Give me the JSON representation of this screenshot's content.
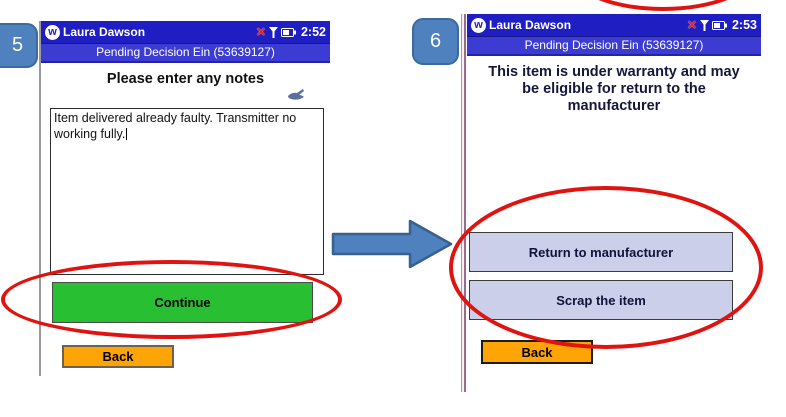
{
  "colors": {
    "titlebar_blue": "#1e1ec2",
    "subtitlebar_blue": "#3c3cd2",
    "continue_green": "#28bf33",
    "back_orange": "#ffa405",
    "decision_lavender": "#cbcfe9",
    "badge_arrow_blue": "#4e81bd",
    "highlight_red": "#df1310"
  },
  "icons": {
    "logo_glyph": "w",
    "disconnect_glyph": "✕"
  },
  "step5": {
    "badge": "5",
    "titlebar": {
      "user": "Laura Dawson",
      "time": "2:52"
    },
    "subtitle": "Pending Decision Ein (53639127)",
    "heading": "Please enter any notes",
    "notes_text": "Item delivered already faulty. Transmitter no working fully.",
    "continue_label": "Continue",
    "back_label": "Back"
  },
  "step6": {
    "badge": "6",
    "titlebar": {
      "user": "Laura Dawson",
      "time": "2:53"
    },
    "subtitle": "Pending Decision Ein (53639127)",
    "message": "This item is under warranty and may be eligible for return to the manufacturer",
    "buttons": [
      "Return to manufacturer",
      "Scrap the item"
    ],
    "back_label": "Back"
  }
}
